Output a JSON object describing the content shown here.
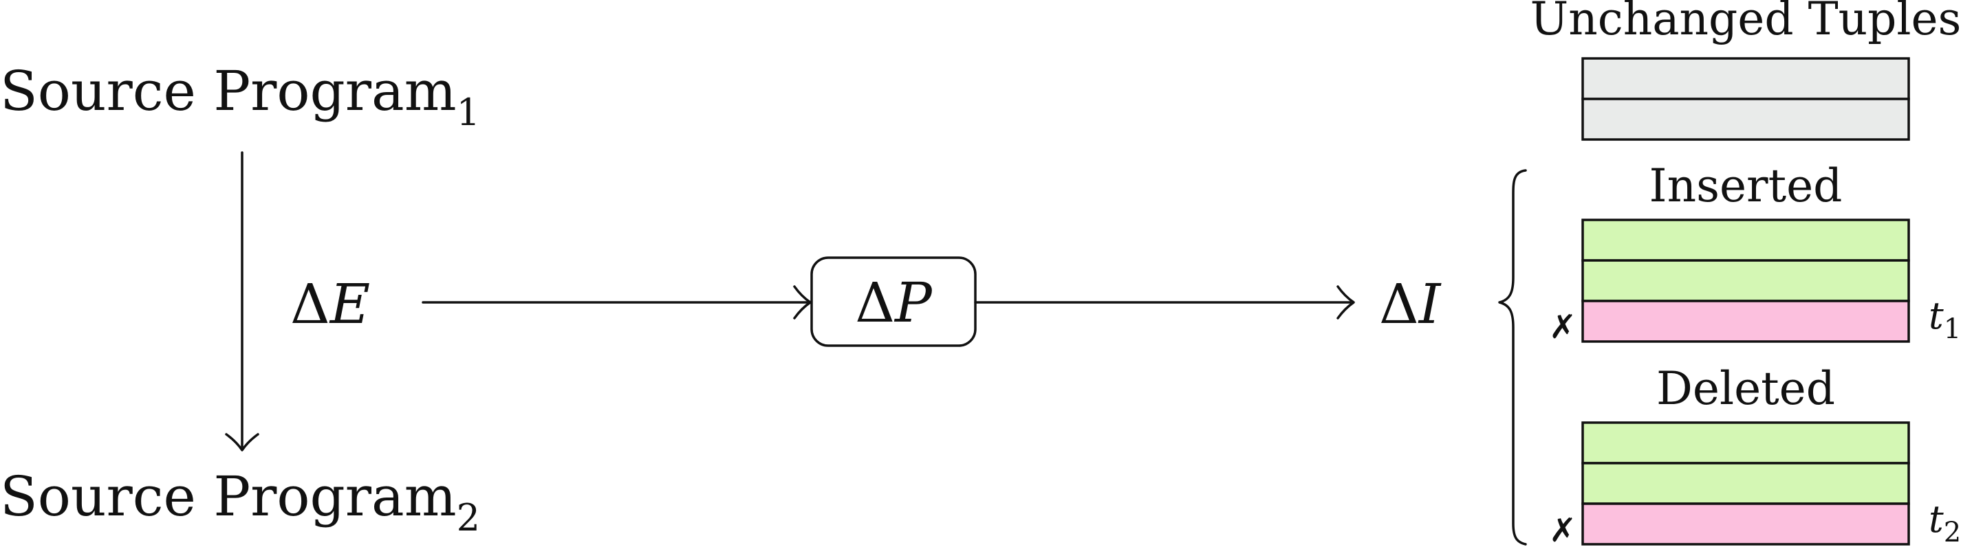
{
  "source_program": {
    "first": {
      "name": "Source Program",
      "subscript": "1"
    },
    "second": {
      "name": "Source Program",
      "subscript": "2"
    }
  },
  "delta": {
    "symbol": "Δ",
    "edit": "E",
    "program": "P",
    "instances": "I"
  },
  "tables": {
    "unchanged": {
      "label": "Unchanged Tuples",
      "rows": [
        "unchanged",
        "unchanged"
      ]
    },
    "inserted": {
      "label": "Inserted",
      "rows": [
        "inserted",
        "inserted",
        "flagged"
      ],
      "mark": "✗",
      "tuple": "t",
      "tuple_index": "1"
    },
    "deleted": {
      "label": "Deleted",
      "rows": [
        "inserted",
        "inserted",
        "flagged"
      ],
      "mark": "✗",
      "tuple": "t",
      "tuple_index": "2"
    }
  },
  "colors": {
    "unchanged": "#e9ebea",
    "inserted": "#d4f7b4",
    "flagged": "#fcc0de",
    "stroke": "#111111"
  }
}
